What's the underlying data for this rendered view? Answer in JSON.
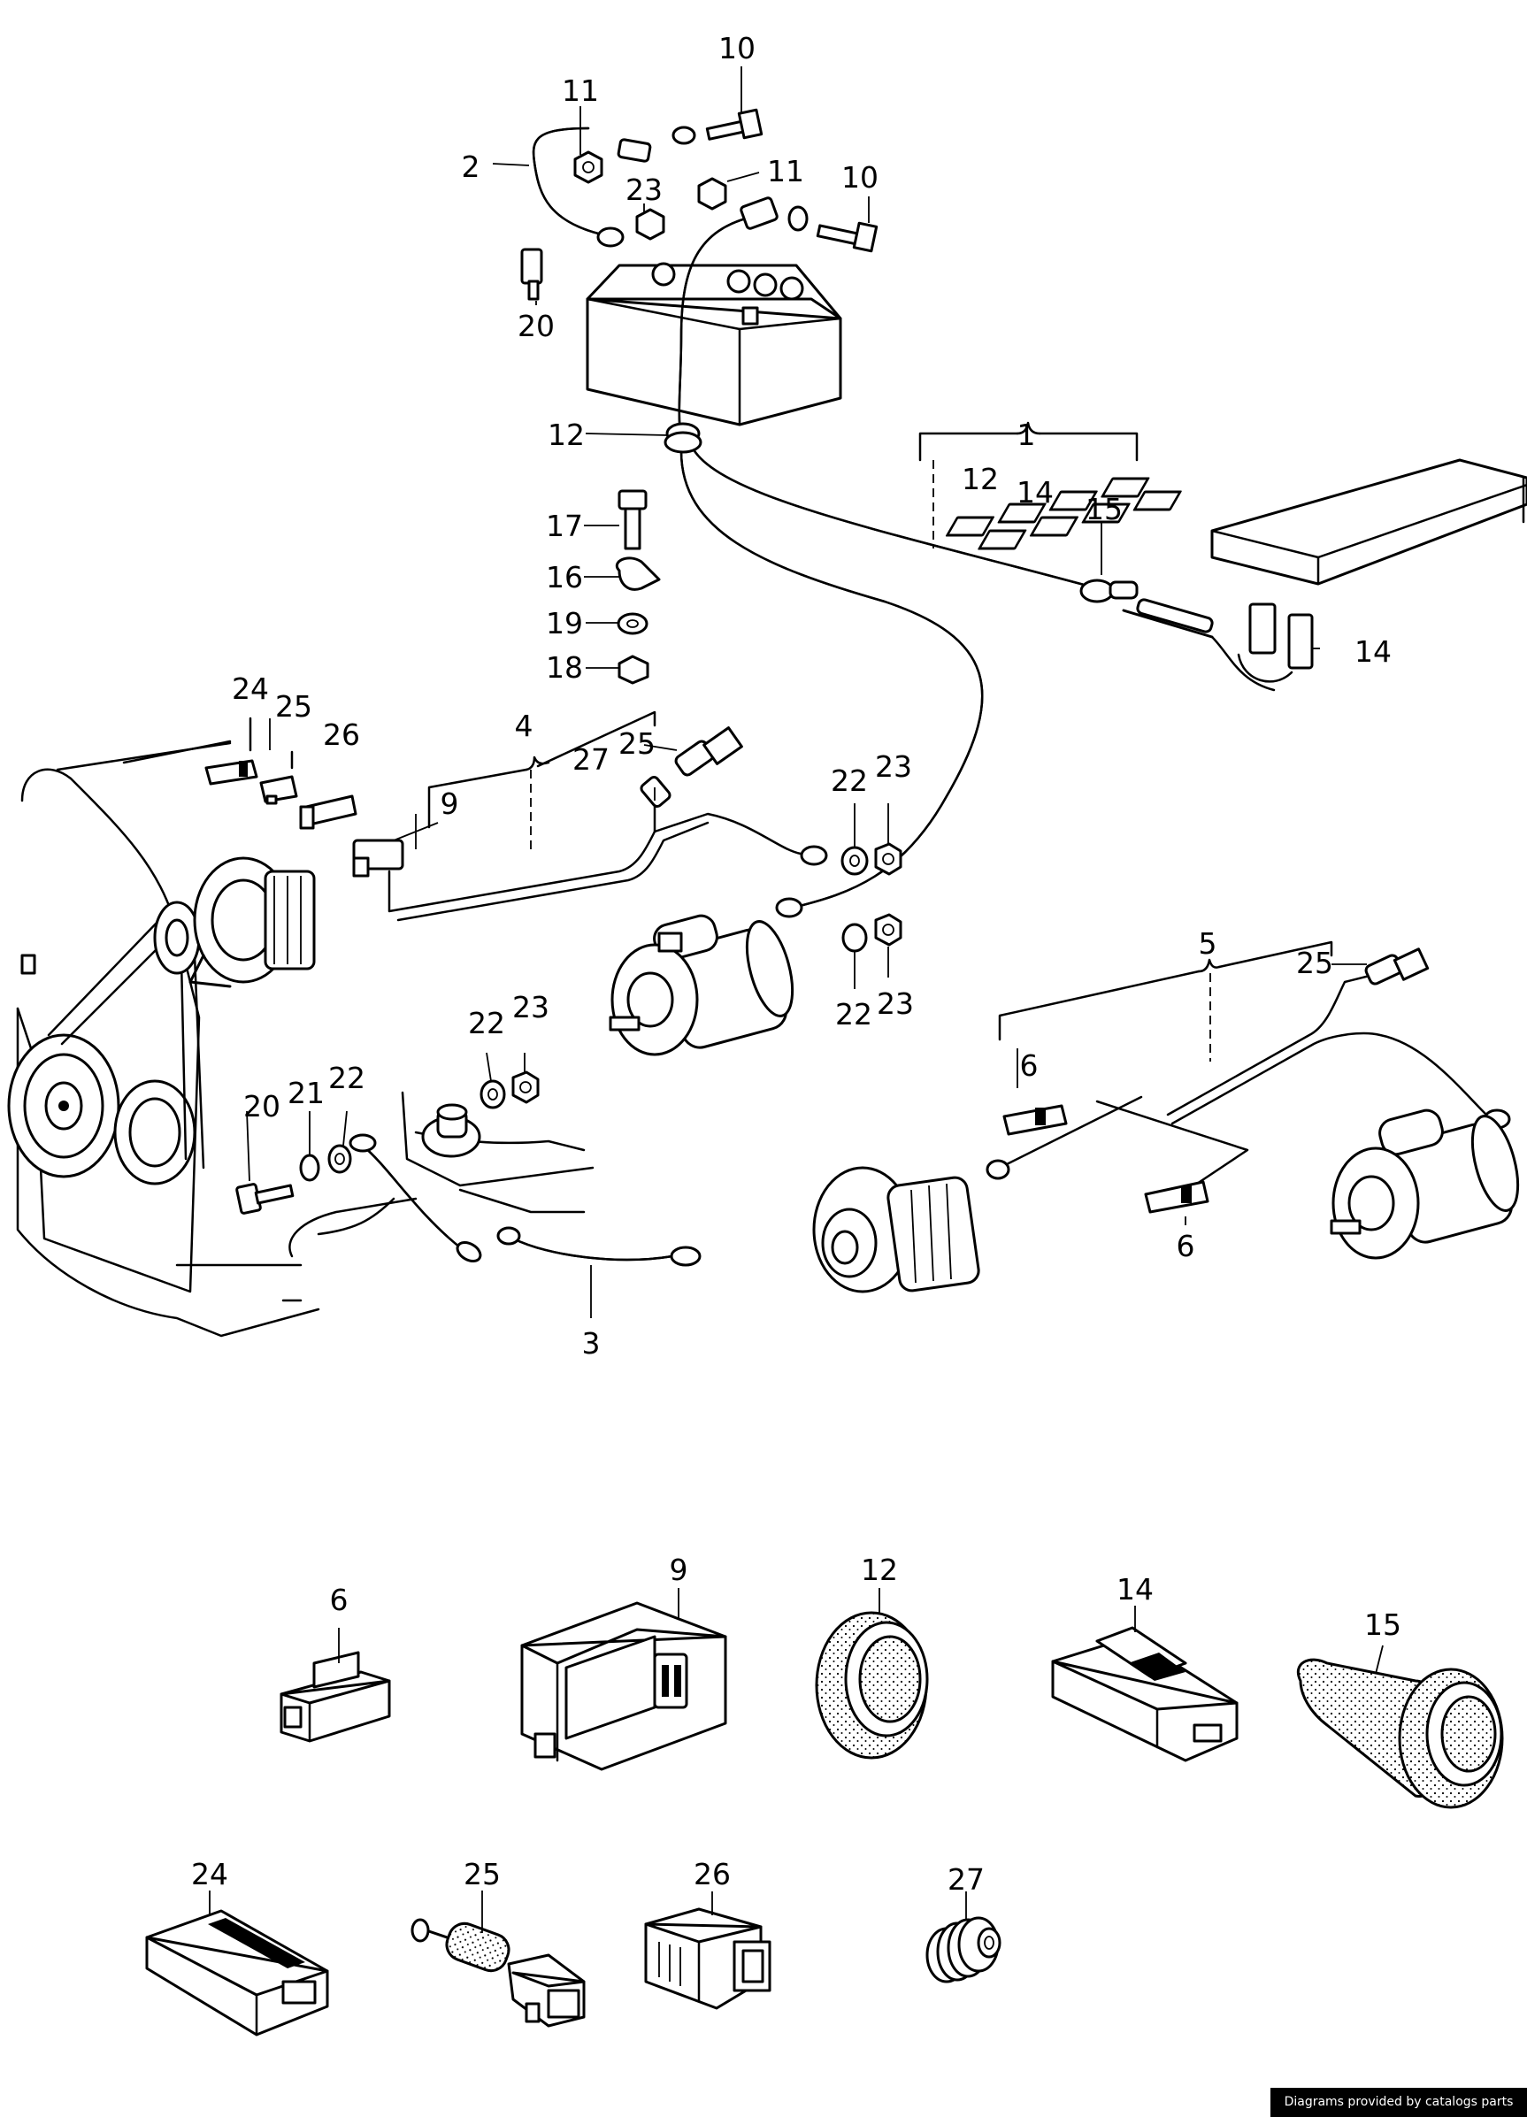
{
  "diagram": {
    "callouts_main": {
      "c1": "1",
      "c2": "2",
      "c3": "3",
      "c4": "4",
      "c5": "5",
      "c6a": "6",
      "c6b": "6",
      "c9": "9",
      "c10a": "10",
      "c10b": "10",
      "c11a": "11",
      "c11b": "11",
      "c12a": "12",
      "c12b": "12",
      "c14a": "14",
      "c14b": "14",
      "c15": "15",
      "c16": "16",
      "c17": "17",
      "c18": "18",
      "c19": "19",
      "c20a": "20",
      "c20b": "20",
      "c21": "21",
      "c22a": "22",
      "c22b": "22",
      "c22c": "22",
      "c22d": "22",
      "c23a": "23",
      "c23b": "23",
      "c23c": "23",
      "c23d": "23",
      "c24": "24",
      "c25a": "25",
      "c25b": "25",
      "c26": "26",
      "c27": "27"
    },
    "callouts_detail": {
      "d6": "6",
      "d9": "9",
      "d12": "12",
      "d14": "14",
      "d15": "15",
      "d24": "24",
      "d25": "25",
      "d26": "26",
      "d27": "27"
    }
  },
  "footer": {
    "credit": "Diagrams provided by catalogs parts"
  }
}
